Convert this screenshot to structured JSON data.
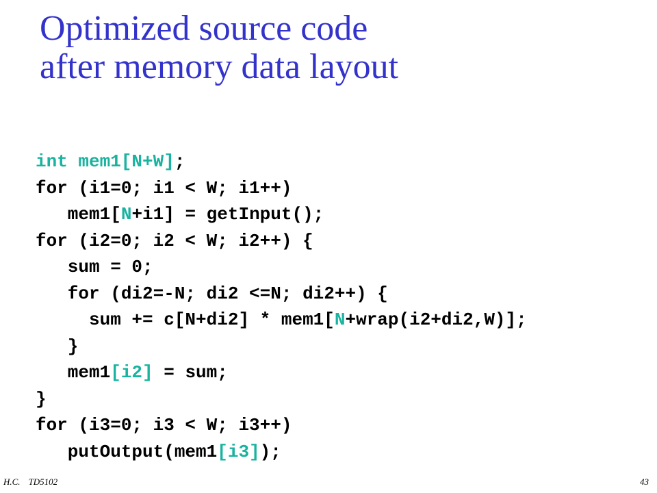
{
  "slide": {
    "title_line1": "Optimized source code",
    "title_line2": "after memory data layout",
    "footer_author": "H.C.",
    "footer_course": "TD5102",
    "page_number": "43",
    "highlight_color": "#19b3a0",
    "title_color": "#3333cc"
  },
  "code": {
    "l1_a": "int mem1[N+W]",
    "l1_b": ";",
    "l2": "for (i1=0; i1 < W; i1++)",
    "l3_a": "   mem1[",
    "l3_b": "N",
    "l3_c": "+i1] = getInput();",
    "l4": "for (i2=0; i2 < W; i2++) {",
    "l5": "   sum = 0;",
    "l6": "   for (di2=-N; di2 <=N; di2++) {",
    "l7_a": "     sum += c[N+di2] * mem1[",
    "l7_b": "N",
    "l7_c": "+wrap(i2+di2,W)];",
    "l8": "   }",
    "l9_a": "   mem1",
    "l9_b": "[i2]",
    "l9_c": " = sum;",
    "l10": "}",
    "l11": "for (i3=0; i3 < W; i3++)",
    "l12_a": "   putOutput(mem1",
    "l12_b": "[i3]",
    "l12_c": ");"
  }
}
